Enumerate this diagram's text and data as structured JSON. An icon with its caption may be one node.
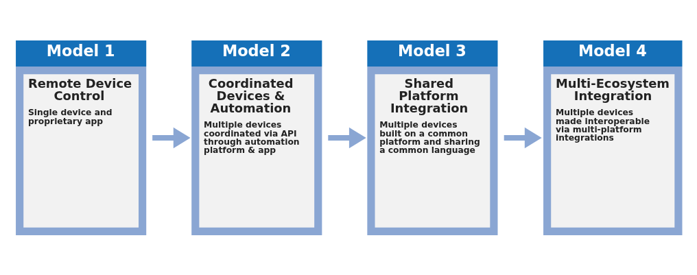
{
  "diagram": {
    "nodes": [
      {
        "text": [
          "Model 1",
          "Remote Device Control",
          "Single device and proprietary app"
        ]
      },
      {
        "text": [
          "Model 2",
          "Coordinated Devices & Automation",
          "Multiple devices coordinated via API through automation platform & app"
        ]
      },
      {
        "text": [
          "Model 3",
          "Shared Platform Integration",
          "Multiple devices built on a common platform and sharing a common language"
        ]
      },
      {
        "text": [
          "Model 4",
          "Multi-Ecosystem Integration",
          "Multiple devices made interoperable via multi-platform integrations"
        ]
      }
    ],
    "edges": [
      {
        "from": 0,
        "to": 1,
        "arrow": "to"
      },
      {
        "from": 1,
        "to": 2,
        "arrow": "to"
      },
      {
        "from": 2,
        "to": 3,
        "arrow": "to"
      }
    ]
  }
}
